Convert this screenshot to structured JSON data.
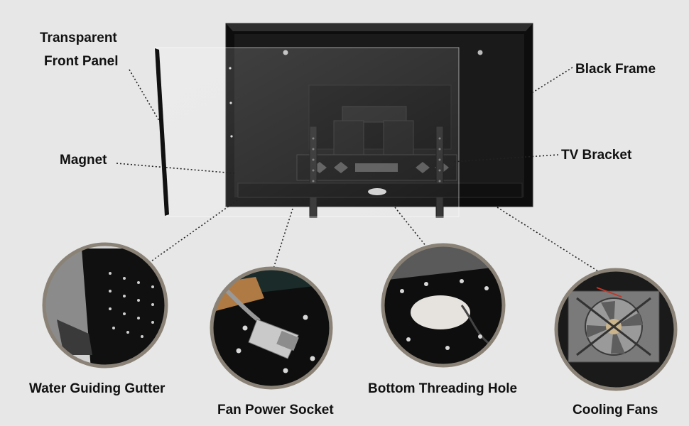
{
  "labels": {
    "transparent_line1": "Transparent",
    "transparent_line2": "Front Panel",
    "black_frame": "Black Frame",
    "magnet": "Magnet",
    "tv_bracket": "TV Bracket",
    "water_gutter": "Water Guiding Gutter",
    "fan_power_socket": "Fan Power Socket",
    "bottom_threading_hole": "Bottom Threading Hole",
    "cooling_fans": "Cooling Fans"
  },
  "colors": {
    "background": "#e7e7e7",
    "frame": "#0f0f0f",
    "callout_ring": "#8a8276",
    "leader_line": "#222222"
  }
}
